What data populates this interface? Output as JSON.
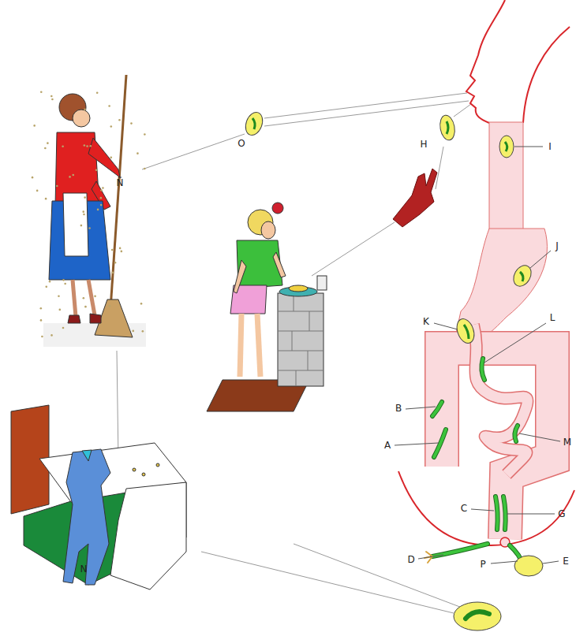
{
  "diagram": {
    "labels": [
      "O",
      "Ñ",
      "H",
      "I",
      "J",
      "K",
      "L",
      "B",
      "A",
      "M",
      "C",
      "G",
      "D",
      "P",
      "E",
      "N"
    ]
  }
}
